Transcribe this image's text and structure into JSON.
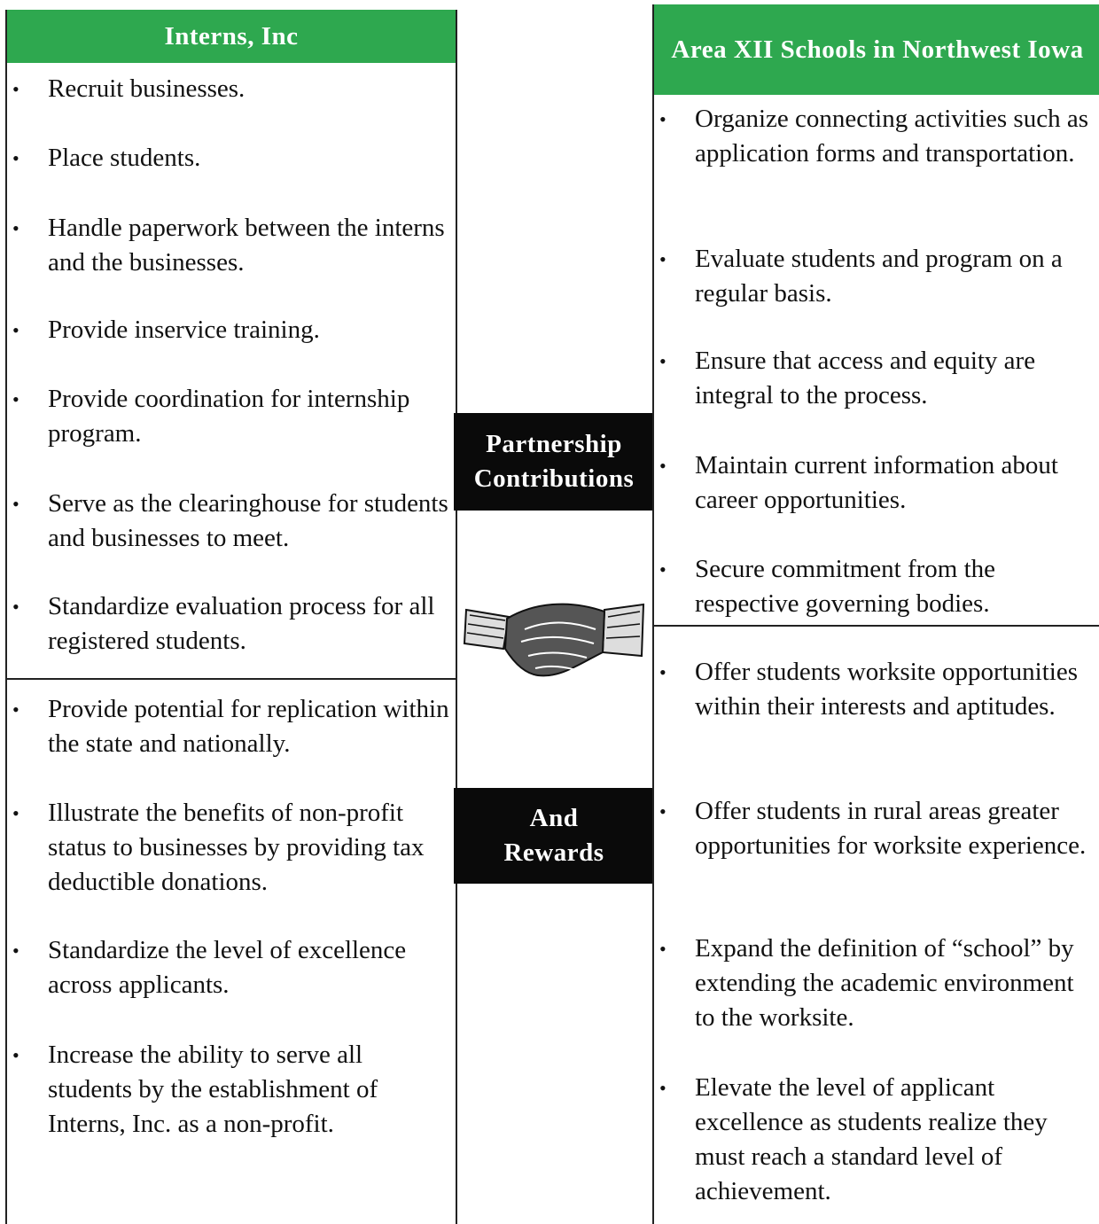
{
  "left": {
    "header": "Interns, Inc",
    "contributions": [
      "Recruit businesses.",
      "Place students.",
      "Handle paperwork between the interns and the businesses.",
      "Provide inservice training.",
      "Provide coordination for internship program.",
      "Serve as the clearinghouse for students and businesses to meet.",
      "Standardize evaluation process for all registered students."
    ],
    "rewards": [
      "Provide potential for replication within the state and nationally.",
      "Illustrate the benefits of non-profit status to businesses by providing tax deductible donations.",
      "Standardize the level of excellence across applicants.",
      "Increase the ability to serve all students by the establishment of Interns, Inc. as a non-profit."
    ]
  },
  "center": {
    "contributions_label": [
      "Partnership",
      "Contributions"
    ],
    "rewards_label": [
      "And",
      "Rewards"
    ],
    "icon": "handshake-icon"
  },
  "right": {
    "header": "Area XII Schools in Northwest Iowa",
    "contributions": [
      "Organize connecting activities such as application forms and transportation.",
      "Evaluate students and program on a regular basis.",
      "Ensure that access and equity are integral to the process.",
      "Maintain current information about career opportunities.",
      "Secure commitment from the respective governing bodies."
    ],
    "rewards": [
      "Offer students worksite opportunities within their interests and aptitudes.",
      "Offer students in rural areas greater opportunities for worksite experience.",
      "Expand the definition of “school” by extending the academic environment to the worksite.",
      "Elevate the level of applicant excellence as students realize they must reach a standard level of achievement."
    ]
  },
  "colors": {
    "header_green": "#2ea84f",
    "label_black": "#0a0a0a"
  }
}
